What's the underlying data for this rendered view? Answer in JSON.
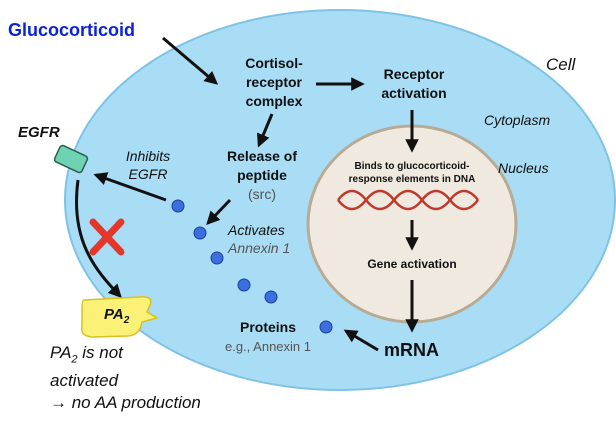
{
  "labels": {
    "glucocorticoid": "Glucocorticoid",
    "cell": "Cell",
    "cytoplasm": "Cytoplasm",
    "nucleus": "Nucleus",
    "egfr": "EGFR",
    "complex_1": "Cortisol-",
    "complex_2": "receptor",
    "complex_3": "complex",
    "receptor_activation_1": "Receptor",
    "receptor_activation_2": "activation",
    "release_1": "Release of",
    "release_2": "peptide",
    "release_3": "(src)",
    "inhibits_1": "Inhibits",
    "inhibits_2": "EGFR",
    "activates_1": "Activates",
    "activates_2": "Annexin 1",
    "binds_1": "Binds to glucocorticoid-",
    "binds_2": "response elements in DNA",
    "gene_activation": "Gene activation",
    "mrna": "mRNA",
    "proteins": "Proteins",
    "proteins_example": "e.g., Annexin 1",
    "pa2": "PA",
    "pa2_sub": "2",
    "note_1_pre": "PA",
    "note_1_sub": "2",
    "note_1_post": " is not",
    "note_2": "activated",
    "note_3": "→ no AA production",
    "block_mark": "X"
  },
  "colors": {
    "cell_fill": "#a9dcf5",
    "cell_stroke": "#7ec3e6",
    "nucleus_fill": "#efe9df",
    "nucleus_stroke": "#b8ab95",
    "dna": "#c0392b",
    "dot_fill": "#3b6fe0",
    "egfr_fill": "#6fd3b3",
    "pa2_fill": "#fbf176",
    "accent_blue": "#0b22d8",
    "block_red": "#e2372a"
  },
  "icons": {
    "receptor": "egfr-receptor-icon",
    "enzyme": "pa2-enzyme-icon",
    "dna": "dna-helix-icon"
  }
}
